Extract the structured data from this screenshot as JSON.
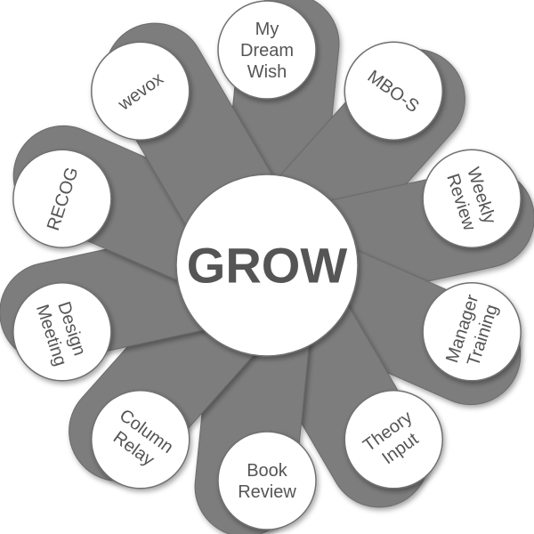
{
  "center": {
    "label": "GROW"
  },
  "petals": [
    {
      "lines": [
        "My",
        "Dream",
        "Wish"
      ]
    },
    {
      "lines": [
        "MBO-S"
      ]
    },
    {
      "lines": [
        "Weekly",
        "Review"
      ]
    },
    {
      "lines": [
        "Manager",
        "Training"
      ]
    },
    {
      "lines": [
        "Theory",
        "Input"
      ]
    },
    {
      "lines": [
        "Book",
        "Review"
      ]
    },
    {
      "lines": [
        "Column",
        "Relay"
      ]
    },
    {
      "lines": [
        "Design",
        "Meeting"
      ]
    },
    {
      "lines": [
        "RECOG"
      ]
    },
    {
      "lines": [
        "wevox"
      ]
    }
  ],
  "colors": {
    "petal_fill": "#7d7d7d",
    "petal_shade": "#6a6a6a",
    "circle_fill": "#ffffff",
    "circle_stroke": "#6f6f6f",
    "text": "#555555"
  }
}
